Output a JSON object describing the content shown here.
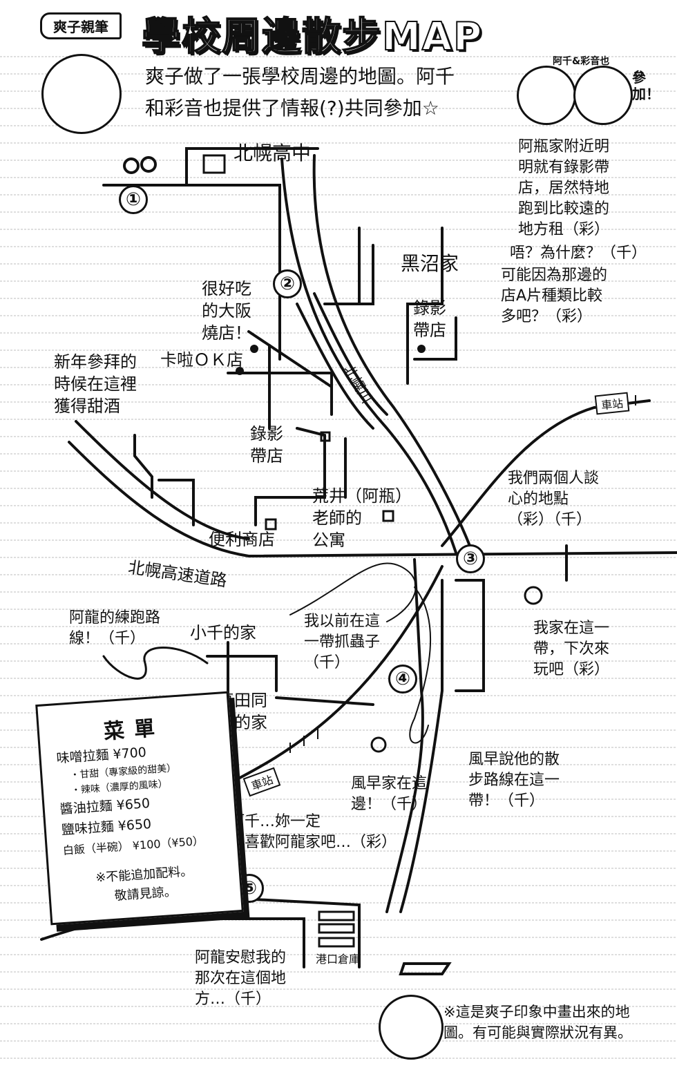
{
  "header": {
    "badge": "爽子親筆",
    "title": "學校周邊散步MAP",
    "intro": "爽子做了一張學校周邊的地圖。阿千\n和彩音也提供了情報(?)共同參加☆",
    "guests_label": "阿千&彩音也",
    "join_label": "參加！"
  },
  "places": {
    "school": "北幌高中",
    "kuronuma": "黑沼家",
    "video1": "錄影\n帶店",
    "video2": "錄影\n帶店",
    "karaoke": "卡啦ＯＫ店",
    "osaka": "很好吃\n的大阪\n燒店！",
    "shrine": "新年參拜的\n時候在這裡\n獲得甜酒",
    "teacher": "荒井（阿瓶）\n老師的\n公寓",
    "conv": "便利商店",
    "highway": "北幌高速道路",
    "river": "北幌川",
    "chizu": "小千的家",
    "sanada": "真田同\n學的家",
    "station1": "車站",
    "station2": "車站",
    "harbor": "港口倉庫"
  },
  "notes": {
    "video_note": "阿瓶家附近明\n明就有錄影帶\n店，居然特地\n跑到比較遠的\n地方租（彩）",
    "why": "唔？為什麼？（千）",
    "maybe": "可能因為那邊的\n店A片種類比較\n多吧？（彩）",
    "talk": "我們兩個人談\n心的地點\n（彩）（千）",
    "ayane_home": "我家在這一\n帶，下次來\n玩吧（彩）",
    "ryu_route": "阿龍的練跑路\n線！（千）",
    "bugs": "我以前在這\n一帶抓蟲子\n（千）",
    "kazehaya_home": "風早家在這\n邊！（千）",
    "kazehaya_walk": "風早說他的散\n步路線在這一\n帶！（千）",
    "chizu_like": "阿千…妳一定\n很喜歡阿龍家吧…（彩）",
    "ryu_comfort": "阿龍安慰我的\n那次在這個地\n方…（千）",
    "disclaimer": "※這是爽子印象中畫出來的地\n圖。有可能與實際狀況有異。"
  },
  "markers": [
    "①",
    "②",
    "③",
    "④",
    "⑤"
  ],
  "menu": {
    "title": "菜單",
    "items": [
      {
        "name": "味噌拉麵",
        "price": "¥700"
      },
      {
        "name": "醬油拉麵",
        "price": "¥650"
      },
      {
        "name": "鹽味拉麵",
        "price": "¥650"
      },
      {
        "name": "白飯（半碗）",
        "price": "¥100（¥50）"
      }
    ],
    "subs": [
      "・甘甜（專家級的甜美）",
      "・辣味（濃厚的風味）"
    ],
    "footer": "※不能追加配料。\n敬請見諒。"
  }
}
